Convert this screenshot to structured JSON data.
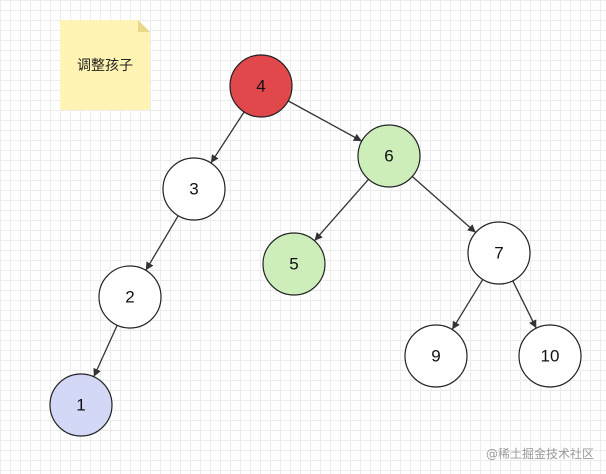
{
  "note": {
    "text": "调整孩子",
    "fill": "#fff4b3",
    "fold": "#e8d98a"
  },
  "colors": {
    "red": "#e0484c",
    "green": "#cdeebb",
    "blue": "#d4d8f7",
    "white": "#ffffff",
    "stroke": "#222222",
    "edge": "#333333"
  },
  "nodes": [
    {
      "id": "n4",
      "label": "4",
      "color": "red"
    },
    {
      "id": "n3",
      "label": "3",
      "color": "white"
    },
    {
      "id": "n6",
      "label": "6",
      "color": "green"
    },
    {
      "id": "n2",
      "label": "2",
      "color": "white"
    },
    {
      "id": "n5",
      "label": "5",
      "color": "green"
    },
    {
      "id": "n7",
      "label": "7",
      "color": "white"
    },
    {
      "id": "n1",
      "label": "1",
      "color": "blue"
    },
    {
      "id": "n9",
      "label": "9",
      "color": "white"
    },
    {
      "id": "n10",
      "label": "10",
      "color": "white"
    }
  ],
  "edges": [
    {
      "from": "n4",
      "to": "n3"
    },
    {
      "from": "n4",
      "to": "n6"
    },
    {
      "from": "n3",
      "to": "n2"
    },
    {
      "from": "n2",
      "to": "n1"
    },
    {
      "from": "n6",
      "to": "n5"
    },
    {
      "from": "n6",
      "to": "n7"
    },
    {
      "from": "n7",
      "to": "n9"
    },
    {
      "from": "n7",
      "to": "n10"
    }
  ],
  "watermark": "@稀土掘金技术社区"
}
